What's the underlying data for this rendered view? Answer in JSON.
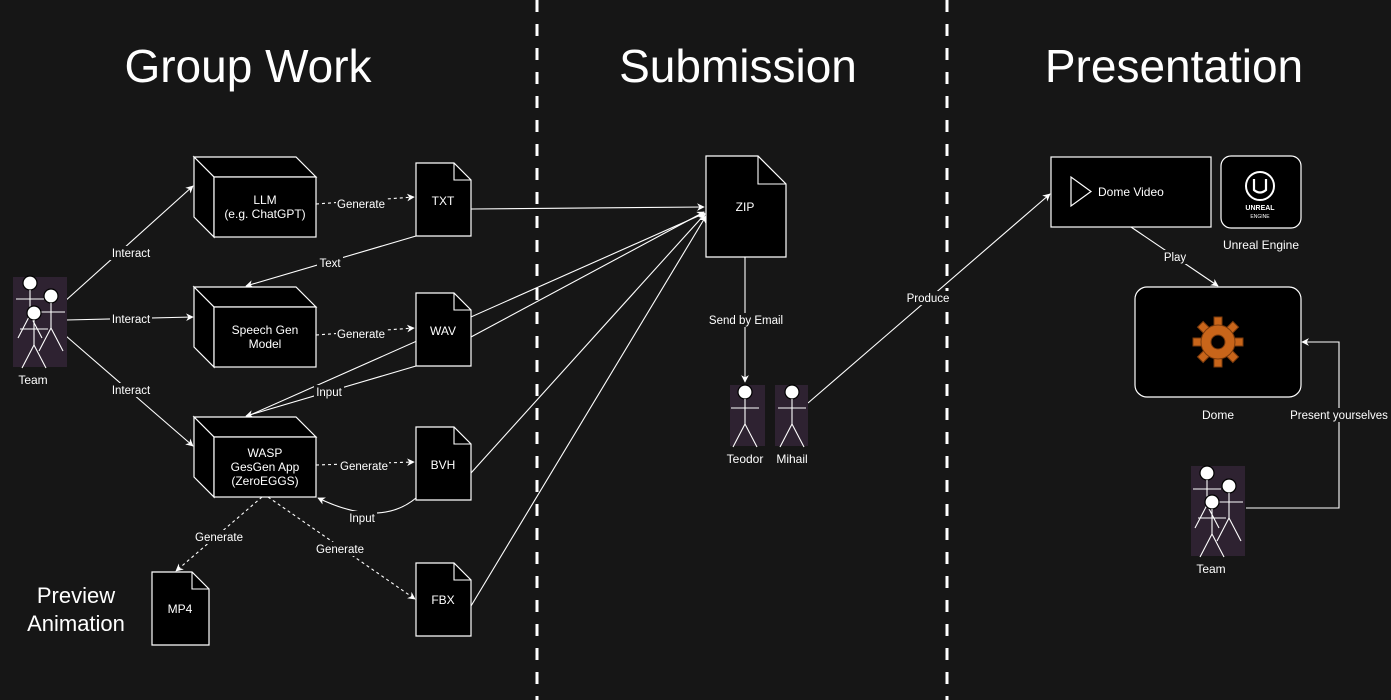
{
  "sections": {
    "group_work": "Group Work",
    "submission": "Submission",
    "presentation": "Presentation"
  },
  "nodes": {
    "llm_line1": "LLM",
    "llm_line2": "(e.g. ChatGPT)",
    "speech_line1": "Speech Gen",
    "speech_line2": "Model",
    "wasp_line1": "WASP",
    "wasp_line2": "GesGen App",
    "wasp_line3": "(ZeroEGGS)",
    "txt": "TXT",
    "wav": "WAV",
    "bvh": "BVH",
    "fbx": "FBX",
    "mp4": "MP4",
    "zip": "ZIP",
    "dome_video": "Dome Video",
    "dome": "Dome",
    "unreal_engine": "Unreal Engine",
    "unreal_logo_line1": "UNREAL",
    "unreal_logo_line2": "ENGINE",
    "preview_line1": "Preview",
    "preview_line2": "Animation"
  },
  "actors": {
    "team_left": "Team",
    "teodor": "Teodor",
    "mihail": "Mihail",
    "team_right": "Team"
  },
  "edges": {
    "interact_llm": "Interact",
    "interact_speech": "Interact",
    "interact_wasp": "Interact",
    "generate_txt": "Generate",
    "generate_wav": "Generate",
    "generate_bvh": "Generate",
    "generate_mp4": "Generate",
    "generate_fbx": "Generate",
    "text": "Text",
    "input_wav": "Input",
    "input_bvh": "Input",
    "send_by_email": "Send by Email",
    "produce": "Produce",
    "play": "Play",
    "present_yourselves": "Present yourselves"
  },
  "colors": {
    "background": "#161616",
    "node_fill": "#000000",
    "stroke": "#ffffff",
    "actor_bg": "#2e2231",
    "gear": "#c8651a"
  },
  "icons": {
    "play": "play-triangle-icon",
    "gear": "gear-icon",
    "unreal": "unreal-logo-icon",
    "actor": "stick-figure-icon"
  }
}
